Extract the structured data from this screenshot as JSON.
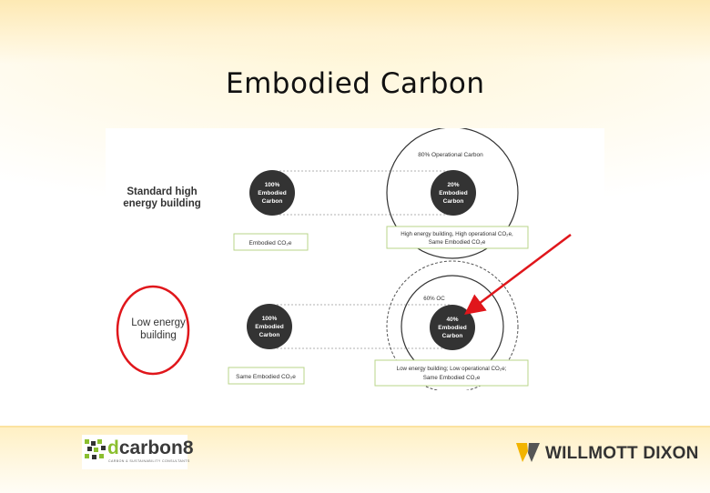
{
  "slide": {
    "title": "Embodied Carbon"
  },
  "diagram": {
    "top_row": {
      "label_line1": "Standard high",
      "label_line2": "energy building",
      "left_circle": [
        "100%",
        "Embodied",
        "Carbon"
      ],
      "left_caption": "Embodied CO₂e",
      "outer_label": "80% Operational Carbon",
      "right_circle": [
        "20%",
        "Embodied",
        "Carbon"
      ],
      "right_caption_line1": "High energy building, High operational CO₂e,",
      "right_caption_line2": "Same Embodied CO₂e"
    },
    "bottom_row": {
      "label_line1": "Low energy",
      "label_line2": "building",
      "left_circle": [
        "100%",
        "Embodied",
        "Carbon"
      ],
      "left_caption": "Same Embodied CO₂e",
      "outer_label": "60% OC",
      "right_circle": [
        "40%",
        "Embodied",
        "Carbon"
      ],
      "right_caption_line1": "Low energy building; Low operational CO₂e;",
      "right_caption_line2": "Same Embodied CO₂e"
    },
    "colors": {
      "circle_fill": "#333333",
      "highlight": "#e0161b",
      "caption_border": "#b9d48a"
    }
  },
  "footer": {
    "left_logo": {
      "name_prefix": "d",
      "name_rest": "carbon8",
      "tagline": "CARBON & SUSTAINABILITY CONSULTANTS"
    },
    "right_logo": {
      "name": "WILLMOTT DIXON"
    }
  }
}
